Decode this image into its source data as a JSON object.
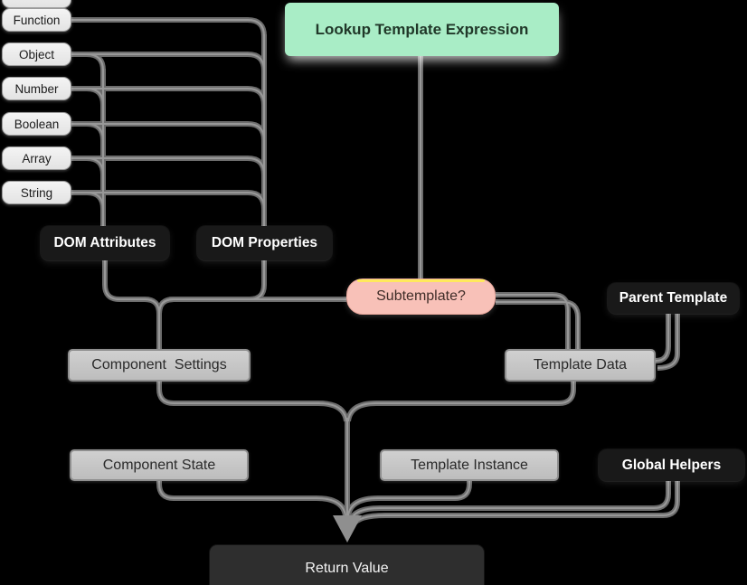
{
  "diagram": {
    "nodes": {
      "type_stack": [
        "Function",
        "Object",
        "Number",
        "Boolean",
        "Array",
        "String"
      ],
      "lookup_expression": "Lookup Template Expression",
      "dom_attributes": "DOM Attributes",
      "dom_properties": "DOM Properties",
      "subtemplate": "Subtemplate?",
      "parent_template": "Parent Template",
      "component_settings": "Component  Settings",
      "template_data": "Template Data",
      "component_state": "Component State",
      "template_instance": "Template Instance",
      "global_helpers": "Global Helpers",
      "return_value": "Return Value"
    },
    "colors": {
      "background": "#000000",
      "green_node": "#a9edc6",
      "pink_node": "#f8c1b8",
      "yellow_indicator": "#ffe95c",
      "gray_node": "#c6c6c6",
      "dark_node": "#191919",
      "return_node": "#2e2e2e",
      "edge": "#6d6d6d"
    },
    "edges": [
      {
        "from": "Function",
        "to": "DOM Properties"
      },
      {
        "from": "Object",
        "to": "DOM Attributes"
      },
      {
        "from": "Object",
        "to": "DOM Properties"
      },
      {
        "from": "Number",
        "to": "DOM Attributes"
      },
      {
        "from": "Number",
        "to": "DOM Properties"
      },
      {
        "from": "Boolean",
        "to": "DOM Attributes"
      },
      {
        "from": "Boolean",
        "to": "DOM Properties"
      },
      {
        "from": "Array",
        "to": "DOM Attributes"
      },
      {
        "from": "Array",
        "to": "DOM Properties"
      },
      {
        "from": "String",
        "to": "DOM Attributes"
      },
      {
        "from": "String",
        "to": "DOM Properties"
      },
      {
        "from": "Lookup Template Expression",
        "to": "Subtemplate?"
      },
      {
        "from": "DOM Attributes",
        "to": "Component Settings"
      },
      {
        "from": "DOM Properties",
        "to": "Component Settings"
      },
      {
        "from": "Subtemplate?",
        "to": "Component Settings"
      },
      {
        "from": "Subtemplate?",
        "to": "Template Data"
      },
      {
        "from": "Parent Template",
        "to": "Template Data"
      },
      {
        "from": "Component Settings",
        "to": "Return Value"
      },
      {
        "from": "Template Data",
        "to": "Return Value"
      },
      {
        "from": "Component State",
        "to": "Return Value"
      },
      {
        "from": "Template Instance",
        "to": "Return Value"
      },
      {
        "from": "Global Helpers",
        "to": "Return Value"
      }
    ]
  }
}
